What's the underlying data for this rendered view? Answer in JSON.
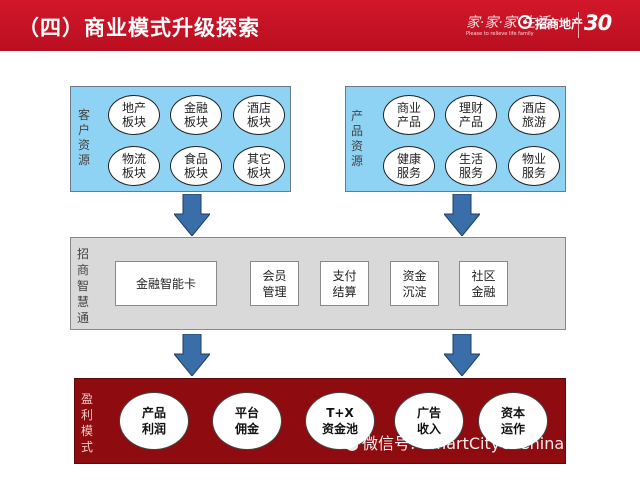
{
  "header": {
    "title": "（四）商业模式升级探索",
    "logo_script": "家·家·家·生活",
    "logo_tagline": "Please to relieve life family",
    "brand_name": "招商地产",
    "badge": "30"
  },
  "customer_resources": {
    "label": "客户资源",
    "items": [
      "地产板块",
      "金融板块",
      "酒店板块",
      "物流板块",
      "食品板块",
      "其它板块"
    ]
  },
  "product_resources": {
    "label": "产品资源",
    "items": [
      "商业产品",
      "理财产品",
      "酒店旅游",
      "健康服务",
      "生活服务",
      "物业服务"
    ]
  },
  "platform": {
    "label": "招商智慧通",
    "items": [
      "金融智能卡",
      "会员管理",
      "支付结算",
      "资金沉淀",
      "社区金融"
    ]
  },
  "profit_model": {
    "label": "盈利模式",
    "items": [
      {
        "line1": "产品",
        "line2": "利润"
      },
      {
        "line1": "平台",
        "line2": "佣金"
      },
      {
        "line1": "T+X",
        "line2": "资金池"
      },
      {
        "line1": "广告",
        "line2": "收入"
      },
      {
        "line1": "资本",
        "line2": "运作"
      }
    ]
  },
  "watermark": {
    "text": "微信号: SmartCityOfChina"
  },
  "colors": {
    "header_red": "#c8142a",
    "resource_blue": "#8fd3f4",
    "platform_gray": "#d9d9d9",
    "profit_red": "#8e0b10",
    "arrow_blue": "#3a6ea8"
  }
}
